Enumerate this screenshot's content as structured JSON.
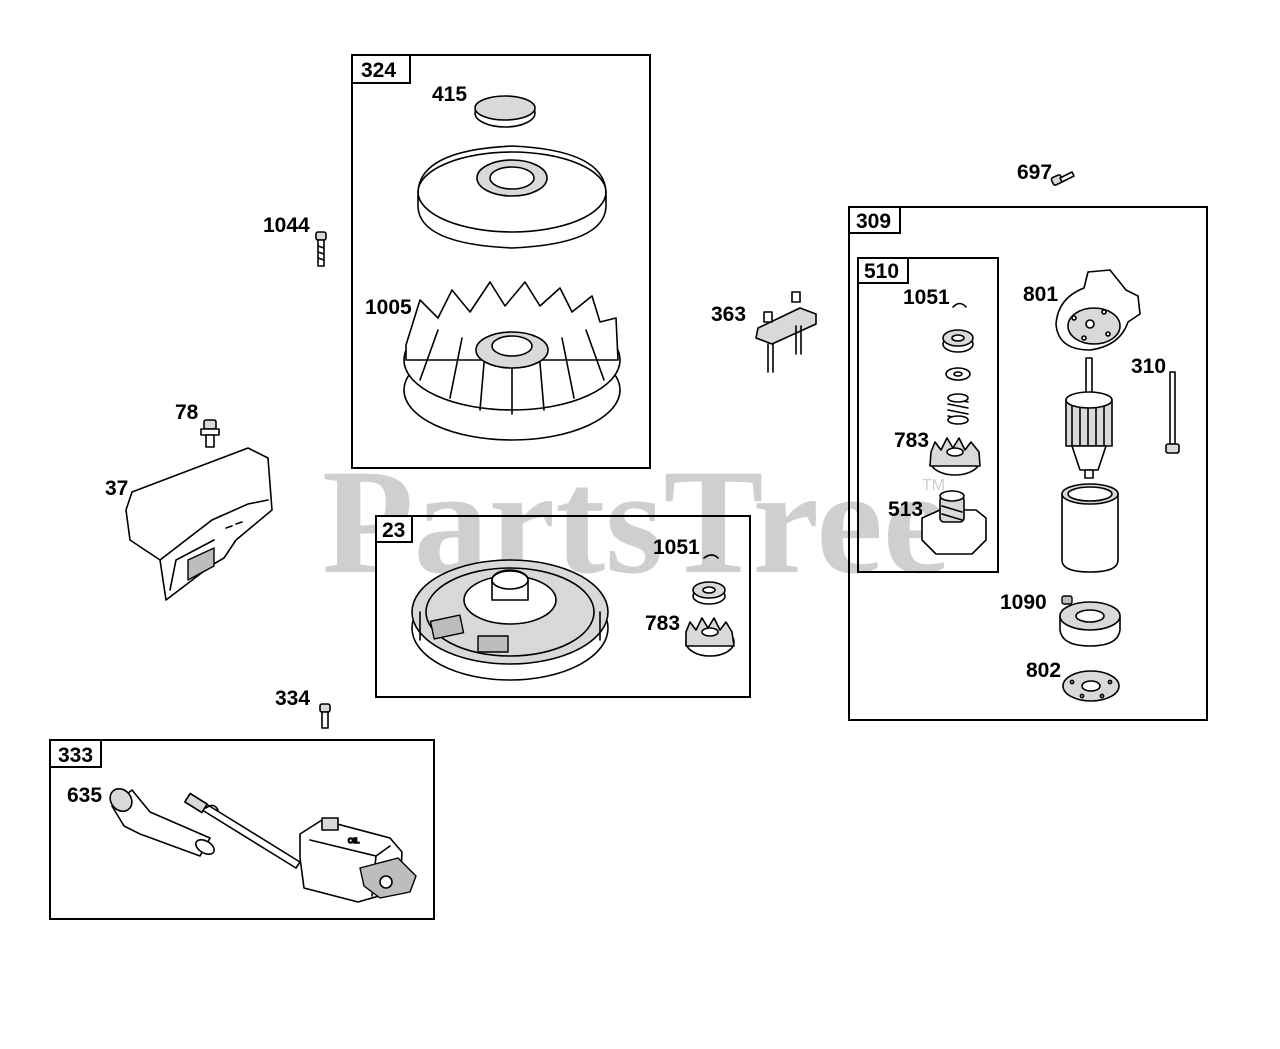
{
  "watermark": {
    "text": "PartsTree",
    "tm": "TM"
  },
  "groups": {
    "g324": "324",
    "g23": "23",
    "g309": "309",
    "g510": "510",
    "g333": "333"
  },
  "parts": {
    "p415": "415",
    "p1005": "1005",
    "p1044": "1044",
    "p78": "78",
    "p37": "37",
    "p1051a": "1051",
    "p783a": "783",
    "p334": "334",
    "p635": "635",
    "p363": "363",
    "p697": "697",
    "p1051b": "1051",
    "p801": "801",
    "p310": "310",
    "p783b": "783",
    "p513": "513",
    "p1090": "1090",
    "p802": "802"
  }
}
